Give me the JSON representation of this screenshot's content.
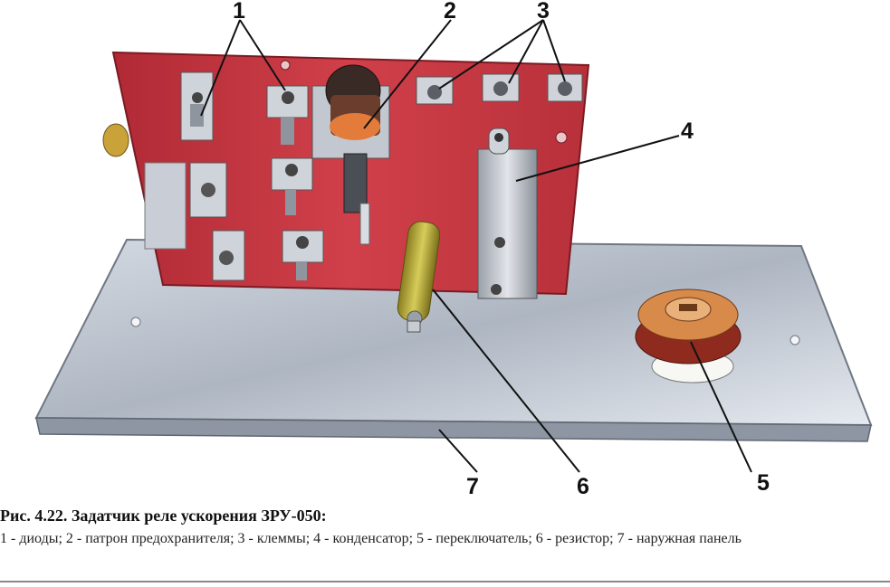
{
  "callouts": {
    "c1": "1",
    "c2": "2",
    "c3": "3",
    "c4": "4",
    "c5": "5",
    "c6": "6",
    "c7": "7"
  },
  "caption": {
    "title": "Рис. 4.22. Задатчик реле ускорения ЗРУ-050:",
    "body": "1 - диоды; 2 - патрон предохранителя; 3 - клеммы; 4 - конденсатор; 5 - переключатель; 6 - резистор; 7 - наружная панель"
  },
  "colors": {
    "board": "#c8323c",
    "plate": "#b9c1cc",
    "resistor": "#b3a83a",
    "switch": "#c8743a"
  }
}
